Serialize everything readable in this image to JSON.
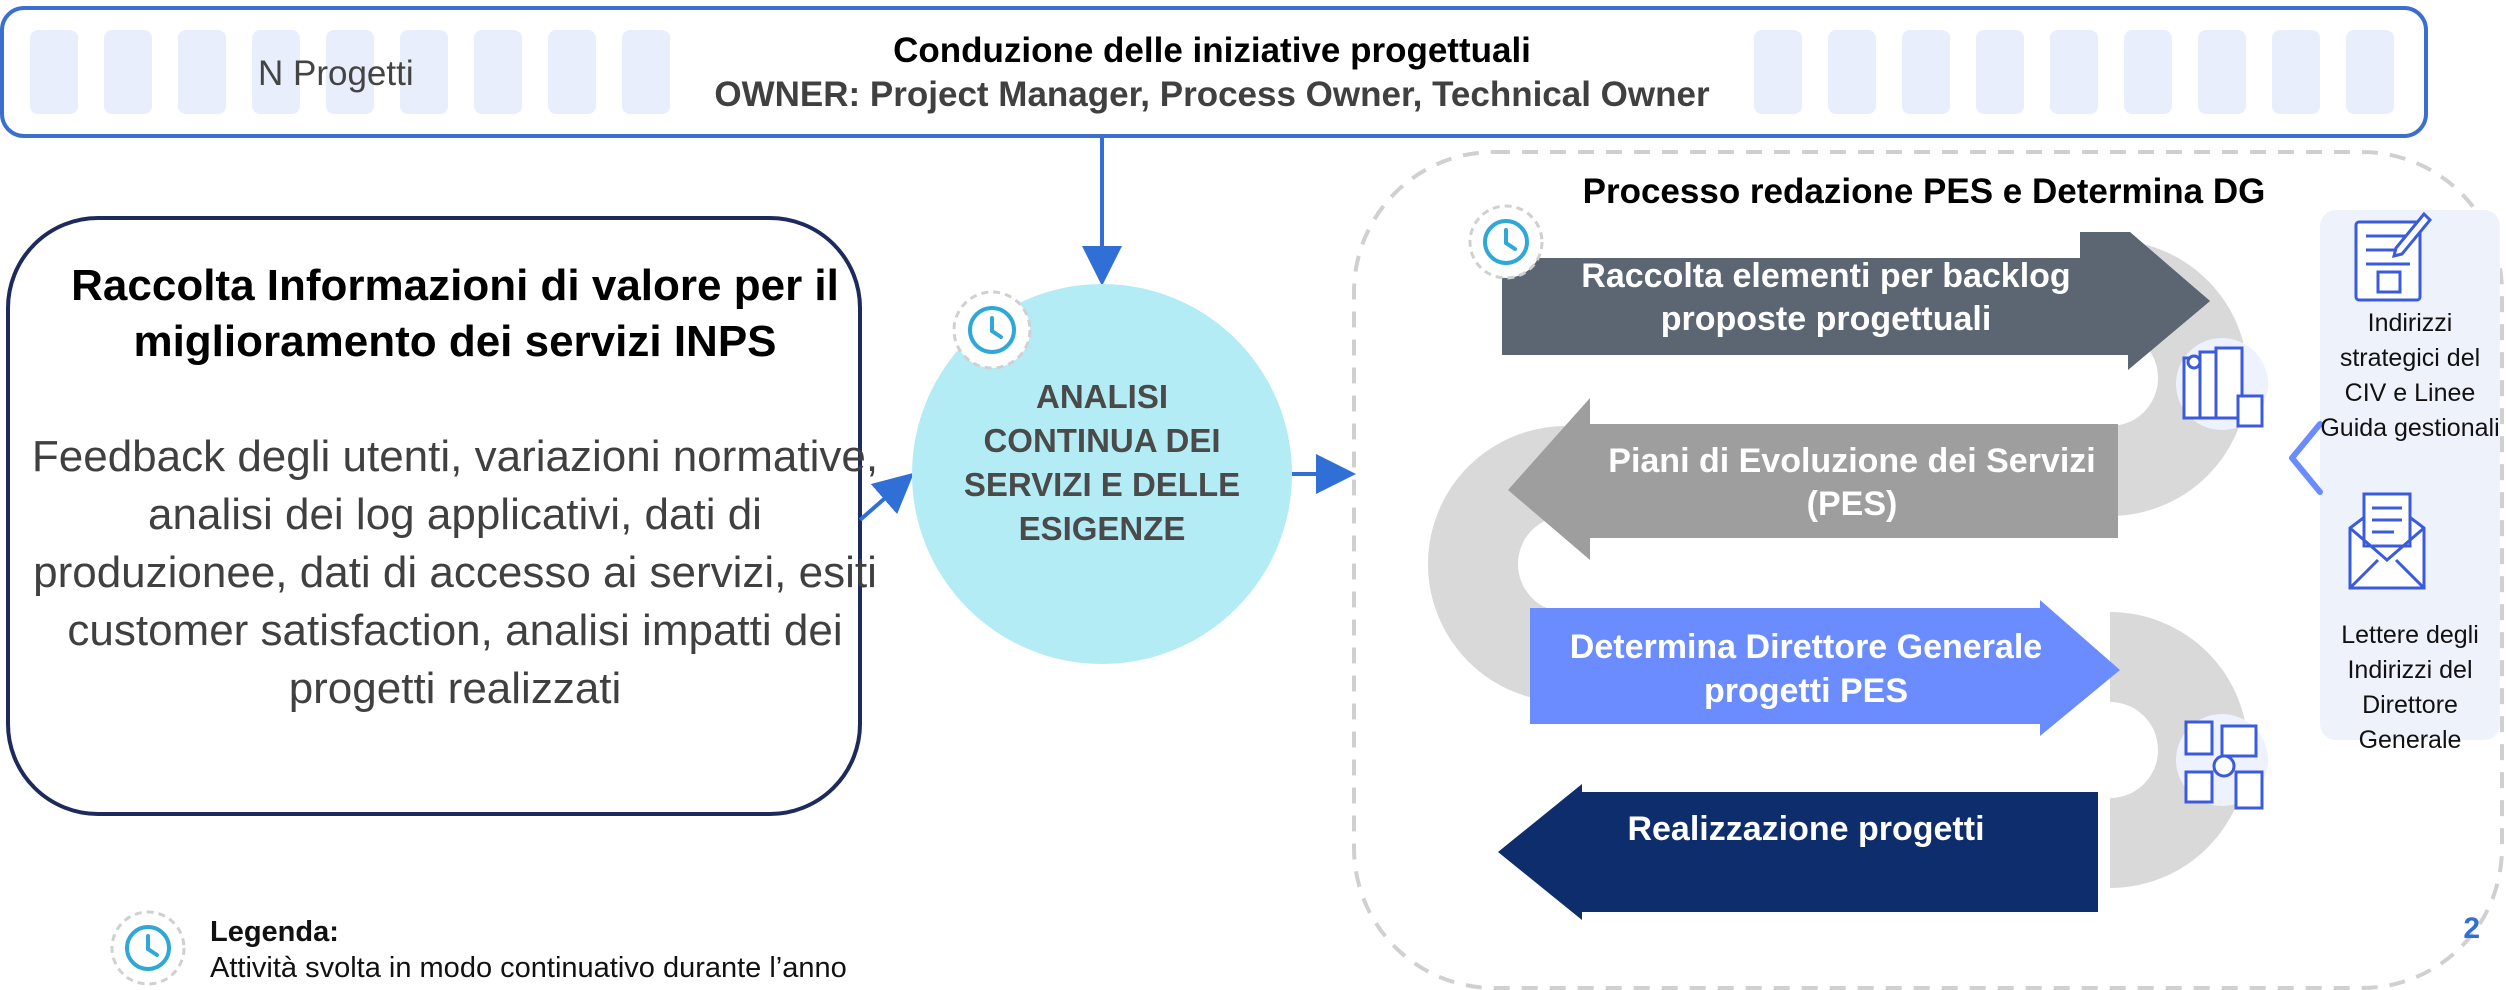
{
  "top_banner": {
    "left_label": "N Progetti",
    "title": "Conduzione delle iniziative progettuali",
    "subtitle": "OWNER: Project Manager, Process Owner, Technical Owner"
  },
  "info_box": {
    "title": "Raccolta Informazioni di valore per il miglioramento dei servizi INPS",
    "body": "Feedback degli utenti, variazioni normative, analisi dei log applicativi, dati di produzionee, dati di accesso ai servizi, esiti customer satisfaction, analisi impatti dei progetti realizzati"
  },
  "analysis_circle": {
    "line1": "ANALISI",
    "line2": "CONTINUA DEI",
    "line3": "SERVIZI E DELLE",
    "line4": "ESIGENZE"
  },
  "process": {
    "title": "Processo redazione PES e Determina DG",
    "steps": [
      {
        "line1": "Raccolta elementi  per backlog",
        "line2": "proposte progettuali",
        "color": "#5b6672"
      },
      {
        "line1": "Piani di Evoluzione dei Servizi",
        "line2": "(PES)",
        "color": "#9e9e9e"
      },
      {
        "line1": "Determina Direttore Generale",
        "line2": "progetti PES",
        "color": "#6b8cff"
      },
      {
        "line1": "Realizzazione progetti",
        "line2": "",
        "color": "#0d2d6c"
      }
    ]
  },
  "side_panel": {
    "text1": "Indirizzi strategici del CIV e Linee Guida gestionali",
    "text2": "Lettere degli Indirizzi del Direttore Generale"
  },
  "legend": {
    "title": "Legenda:",
    "description": "Attività svolta in modo continuativo durante l’anno"
  },
  "page_number": "2",
  "icons": [
    "clock-cycle-icon",
    "documents-icon",
    "workflow-icon",
    "blueprint-icon",
    "envelope-letter-icon",
    "chevron-left-icon"
  ],
  "colors": {
    "accent_blue": "#2f6fd6",
    "circle_fill": "#b3ecf4",
    "dark_navy": "#1d2a5c",
    "track_gray": "#d9d9d9"
  }
}
